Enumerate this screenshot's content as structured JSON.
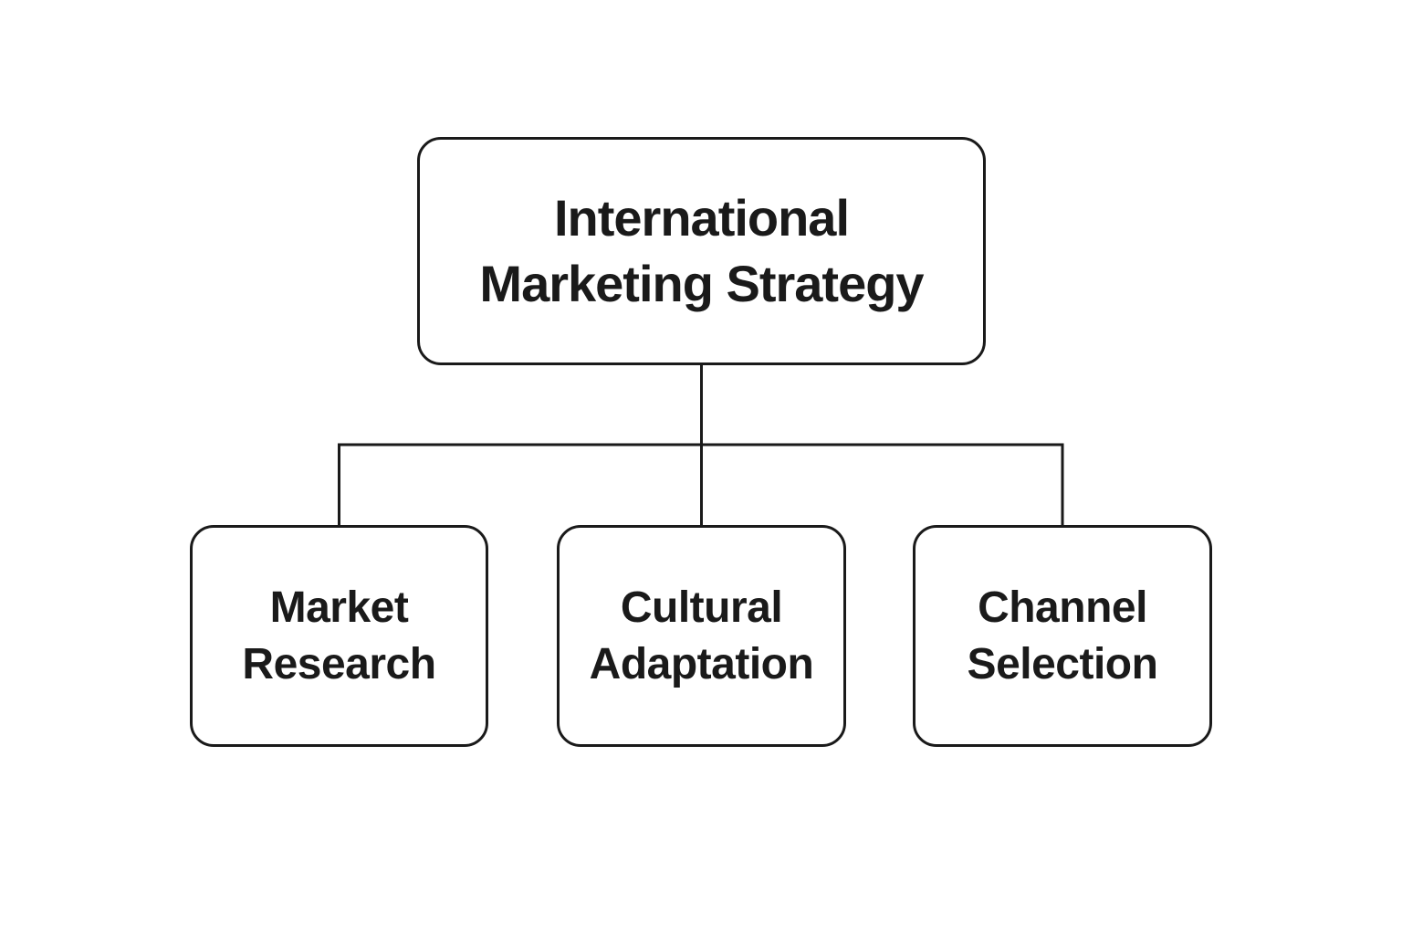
{
  "diagram": {
    "title": "International Marketing Strategy hierarchy",
    "root": {
      "label": "International Marketing Strategy"
    },
    "children": [
      {
        "label": "Market Research"
      },
      {
        "label": "Cultural Adaptation"
      },
      {
        "label": "Channel Selection"
      }
    ],
    "colors": {
      "line": "#1a1a1a",
      "box_border": "#1a1a1a",
      "box_fill": "#ffffff",
      "text": "#1a1a1a",
      "background": "#ffffff"
    }
  }
}
